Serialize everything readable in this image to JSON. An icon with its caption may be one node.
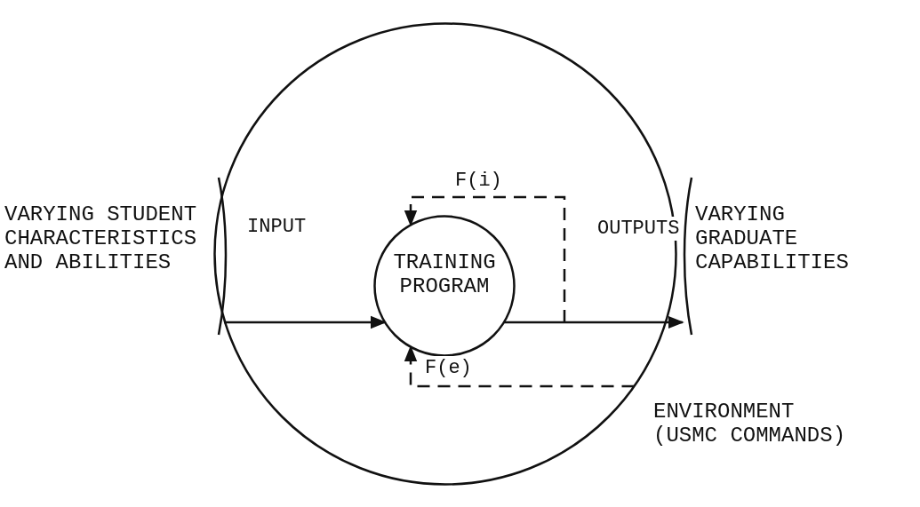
{
  "diagram": {
    "nodes": [
      {
        "text": [
          "ENVIRONMENT (USMC COMMANDS)"
        ]
      },
      {
        "text": [
          "TRAINING PROGRAM"
        ],
        "in": 0
      },
      {
        "text": [
          "VARYING STUDENT CHARACTERISTICS AND ABILITIES"
        ]
      },
      {
        "text": [
          "VARYING GRADUATE CAPABILITIES"
        ]
      }
    ],
    "edges": [
      {
        "from": 2,
        "to": 1,
        "arrow": "to",
        "label": "INPUT"
      },
      {
        "from": 1,
        "to": 3,
        "arrow": "to",
        "label": "OUTPUTS"
      },
      {
        "from": null,
        "to": 1,
        "arrow": "to",
        "label": "F(i)",
        "style": "dashed"
      },
      {
        "from": 0,
        "to": 1,
        "arrow": "to",
        "label": "F(e)",
        "style": "dashed"
      }
    ]
  }
}
